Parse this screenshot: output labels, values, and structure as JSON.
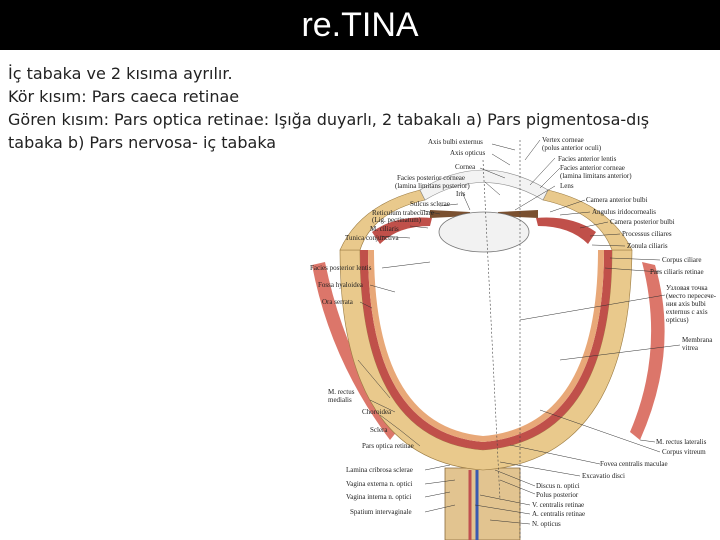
{
  "title": "re.TINA",
  "body_lines": [
    "İç tabaka ve 2 kısıma ayrılır.",
    "Kör kısım: Pars caeca retinae",
    "Gören kısım: Pars optica retinae: Işığa duyarlı, 2 tabakalı a) Pars pigmentosa-dış",
    "tabaka b) Pars nervosa- iç tabaka"
  ],
  "diagram_labels": {
    "axis_bulbi_externus": "Axis bulbi externus",
    "vertex_corneae": "Vertex corneae",
    "polus_anterior": "(polus anterior oculi)",
    "axis_opticus": "Axis opticus",
    "facies_anterior_lentis": "Facies anterior lentis",
    "cornea": "Cornea",
    "facies_anterior_corneae": "Facies anterior corneae",
    "lamina_limitans_anterior": "(lamina limitans anterior)",
    "facies_posterior_corneae": "Facies posterior corneae",
    "lamina_limitans_posterior": "(lamina limitans posterior)",
    "iris": "Iris",
    "lens": "Lens",
    "camera_anterior_bulbi": "Camera anterior bulbi",
    "sulcus_sclerae": "Sulcus sclerae",
    "angulus_iridocornealis": "Angulus iridocornealis",
    "reticulum_trabeculare": "Reticulum trabeculare",
    "lig_pectinatum": "(Lig. pectinatum)",
    "camera_posterior_bulbi": "Camera posterior bulbi",
    "m_ciliaris": "M. ciliaris",
    "processus_ciliares": "Processus ciliares",
    "tunica_conjunctiva": "Tunica conjunctiva",
    "zonula_ciliaris": "Zonula ciliaris",
    "corpus_ciliare": "Corpus ciliare",
    "facies_posterior_lentis": "Facies posterior lentis",
    "pars_ciliaris_retinae": "Pars ciliaris retinae",
    "fossa_hyaloidea": "Fossa hyaloidea",
    "equator_line1": "Узловая точка",
    "equator_line2": "(место пересече-",
    "equator_line3": "ния axis bulbi",
    "equator_line4": "externus с axis",
    "equator_line5": "opticus)",
    "ora_serrata": "Ora serrata",
    "membrana_vitrea_1": "Membrana",
    "membrana_vitrea_2": "vitrea",
    "m_rectus_medialis_1": "M. rectus",
    "m_rectus_medialis_2": "medialis",
    "choroidea": "Choroidea",
    "sclera": "Sclera",
    "pars_optica_retinae": "Pars optica retinae",
    "m_rectus_lateralis": "M. rectus lateralis",
    "corpus_vitreum": "Corpus vitreum",
    "fovea_centralis": "Fovea centralis maculae",
    "lamina_cribrosa": "Lamina cribrosa sclerae",
    "excavatio_disci": "Excavatio disci",
    "vagina_externa": "Vagina externa n. optici",
    "discus_n_optici": "Discus n. optici",
    "vagina_interna": "Vagina interna n. optici",
    "polus_posterior": "Polus posterior",
    "v_centralis": "V. centralis retinae",
    "spatium": "Spatium intervaginale",
    "a_centralis": "A. centralis retinae",
    "n_opticus": "N. opticus"
  },
  "colors": {
    "title_bg": "#000000",
    "title_text": "#ffffff",
    "sclera": "#e9c98c",
    "choroid": "#c0504a",
    "retina": "#e8a878",
    "muscle": "#d8675a"
  }
}
